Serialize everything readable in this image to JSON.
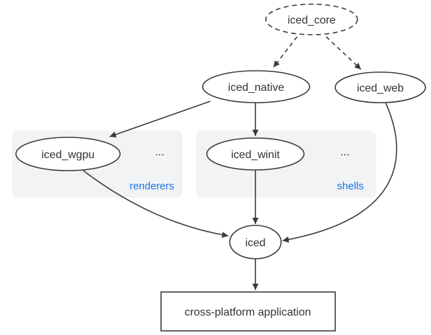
{
  "diagram": {
    "type": "dependency-graph",
    "nodes": {
      "iced_core": {
        "label": "iced_core",
        "shape": "ellipse",
        "border": "dashed"
      },
      "iced_native": {
        "label": "iced_native",
        "shape": "ellipse",
        "border": "solid"
      },
      "iced_web": {
        "label": "iced_web",
        "shape": "ellipse",
        "border": "solid"
      },
      "iced_wgpu": {
        "label": "iced_wgpu",
        "shape": "ellipse",
        "border": "solid",
        "group": "renderers"
      },
      "iced_winit": {
        "label": "iced_winit",
        "shape": "ellipse",
        "border": "solid",
        "group": "shells"
      },
      "iced": {
        "label": "iced",
        "shape": "ellipse",
        "border": "solid"
      },
      "app": {
        "label": "cross-platform application",
        "shape": "rect",
        "border": "solid"
      }
    },
    "groups": {
      "renderers": {
        "label": "renderers",
        "ellipsis": "..."
      },
      "shells": {
        "label": "shells",
        "ellipsis": "..."
      }
    },
    "edges": [
      {
        "from": "iced_core",
        "to": "iced_native",
        "style": "dashed"
      },
      {
        "from": "iced_core",
        "to": "iced_web",
        "style": "dashed"
      },
      {
        "from": "iced_native",
        "to": "iced_wgpu",
        "style": "solid"
      },
      {
        "from": "iced_native",
        "to": "iced_winit",
        "style": "solid"
      },
      {
        "from": "iced_wgpu",
        "to": "iced",
        "style": "solid"
      },
      {
        "from": "iced_winit",
        "to": "iced",
        "style": "solid"
      },
      {
        "from": "iced_web",
        "to": "iced",
        "style": "solid"
      },
      {
        "from": "iced",
        "to": "app",
        "style": "solid"
      }
    ]
  },
  "colors": {
    "accent": "#1a73e8",
    "node-stroke": "#3a3a3a",
    "text": "#333333",
    "group-fill": "#f1f3f5",
    "background": "#ffffff"
  }
}
